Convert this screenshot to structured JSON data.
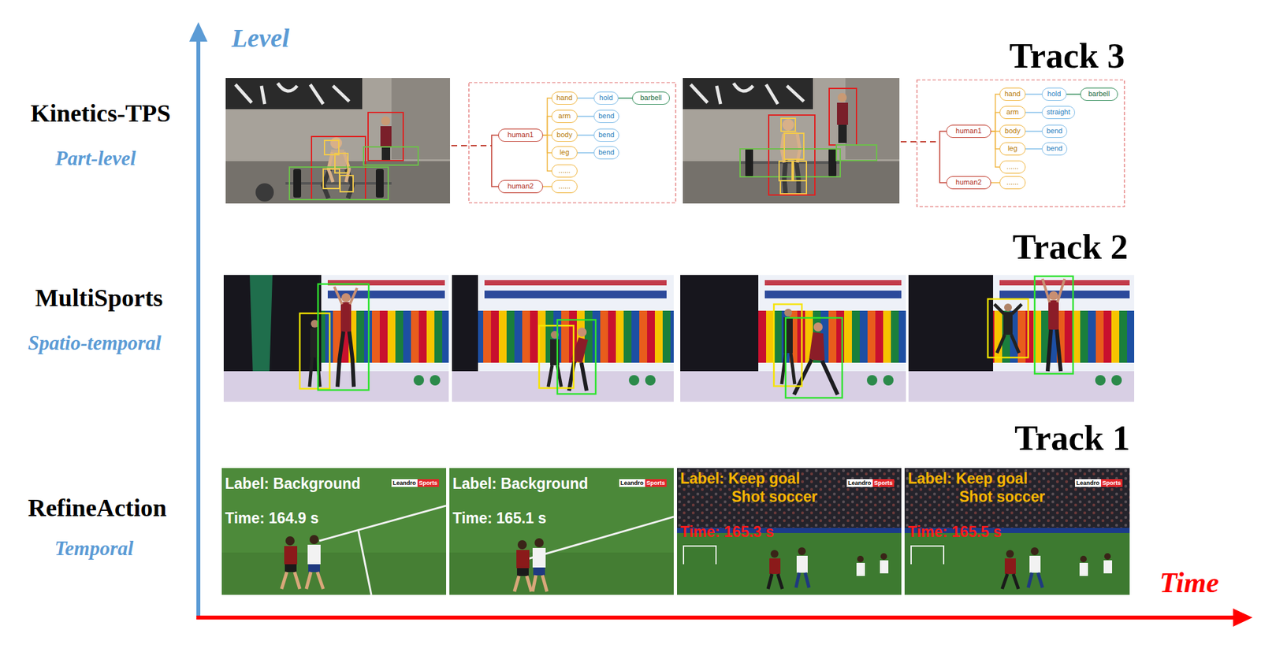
{
  "diagram": {
    "nodes": [
      {
        "text": [
          "human1"
        ]
      },
      {
        "text": [
          "hand"
        ]
      },
      {
        "text": [
          "arm"
        ]
      },
      {
        "text": [
          "body"
        ]
      },
      {
        "text": [
          "leg"
        ]
      },
      {
        "text": [
          "......"
        ]
      },
      {
        "text": [
          "human2"
        ]
      },
      {
        "text": [
          "......"
        ]
      },
      {
        "text": [
          "hold"
        ]
      },
      {
        "text": [
          "barbell"
        ]
      },
      {
        "text": [
          "bend"
        ]
      },
      {
        "text": [
          "bend"
        ]
      },
      {
        "text": [
          "bend"
        ]
      },
      {
        "text": [
          "human1"
        ]
      },
      {
        "text": [
          "hand"
        ]
      },
      {
        "text": [
          "arm"
        ]
      },
      {
        "text": [
          "body"
        ]
      },
      {
        "text": [
          "leg"
        ]
      },
      {
        "text": [
          "......"
        ]
      },
      {
        "text": [
          "human2"
        ]
      },
      {
        "text": [
          "......"
        ]
      },
      {
        "text": [
          "hold"
        ]
      },
      {
        "text": [
          "barbell"
        ]
      },
      {
        "text": [
          "straight"
        ]
      },
      {
        "text": [
          "bend"
        ]
      },
      {
        "text": [
          "bend"
        ]
      }
    ],
    "edges": [
      {
        "from": 0,
        "to": 1,
        "arrow": "none"
      },
      {
        "from": 0,
        "to": 2,
        "arrow": "none"
      },
      {
        "from": 0,
        "to": 3,
        "arrow": "none"
      },
      {
        "from": 0,
        "to": 4,
        "arrow": "none"
      },
      {
        "from": 0,
        "to": 5,
        "arrow": "none"
      },
      {
        "from": 0,
        "to": 6,
        "arrow": "none"
      },
      {
        "from": 6,
        "to": 7,
        "arrow": "none"
      },
      {
        "from": 1,
        "to": 8,
        "arrow": "none"
      },
      {
        "from": 8,
        "to": 9,
        "arrow": "none"
      },
      {
        "from": 2,
        "to": 10,
        "arrow": "none"
      },
      {
        "from": 3,
        "to": 11,
        "arrow": "none"
      },
      {
        "from": 4,
        "to": 12,
        "arrow": "none"
      },
      {
        "from": 13,
        "to": 14,
        "arrow": "none"
      },
      {
        "from": 13,
        "to": 15,
        "arrow": "none"
      },
      {
        "from": 13,
        "to": 16,
        "arrow": "none"
      },
      {
        "from": 13,
        "to": 17,
        "arrow": "none"
      },
      {
        "from": 13,
        "to": 18,
        "arrow": "none"
      },
      {
        "from": 13,
        "to": 19,
        "arrow": "none"
      },
      {
        "from": 19,
        "to": 20,
        "arrow": "none"
      },
      {
        "from": 14,
        "to": 21,
        "arrow": "none"
      },
      {
        "from": 21,
        "to": 22,
        "arrow": "none"
      },
      {
        "from": 15,
        "to": 23,
        "arrow": "none"
      },
      {
        "from": 16,
        "to": 24,
        "arrow": "none"
      },
      {
        "from": 17,
        "to": 25,
        "arrow": "none"
      }
    ],
    "labels": [
      "Level",
      "Kinetics-TPS",
      "Part-level",
      "MultiSports",
      "Spatio-temporal",
      "RefineAction",
      "Temporal",
      "Track 3",
      "Track 2",
      "Track 1",
      "Time",
      "Label: Background",
      "Time: 164.9 s",
      "Leandro",
      "Sports",
      "Label: Background",
      "Time: 165.1 s",
      "Leandro",
      "Sports",
      "Label: Keep goal",
      "Shot soccer",
      "Time: 165.3 s",
      "Leandro",
      "Sports",
      "Label: Keep goal",
      "Shot soccer",
      "Time: 165.5 s",
      "Leandro",
      "Sports"
    ]
  }
}
